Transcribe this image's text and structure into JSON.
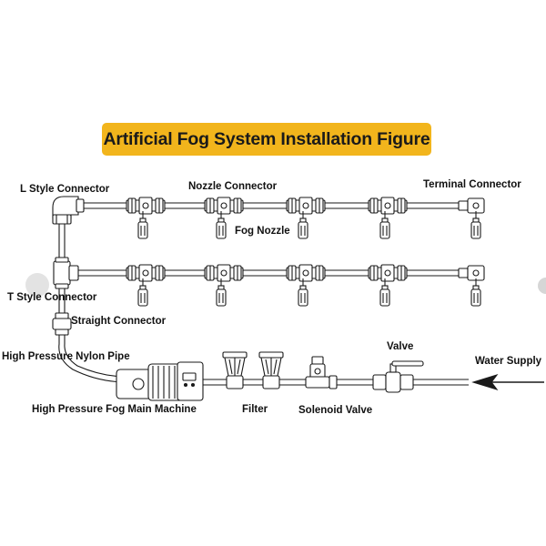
{
  "title": "Artificial Fog System Installation Figure",
  "labels": {
    "l_style_connector": "L Style Connector",
    "nozzle_connector": "Nozzle Connector",
    "terminal_connector": "Terminal Connector",
    "fog_nozzle": "Fog Nozzle",
    "t_style_connector": "T Style Connector",
    "straight_connector": "Straight Connector",
    "nylon_pipe": "High Pressure Nylon Pipe",
    "valve": "Valve",
    "water_supply": "Water Supply",
    "main_machine": "High Pressure Fog Main Machine",
    "filter": "Filter",
    "solenoid_valve": "Solenoid Valve"
  },
  "colors": {
    "banner": "#f2b51c",
    "line": "#1a1a1a"
  }
}
